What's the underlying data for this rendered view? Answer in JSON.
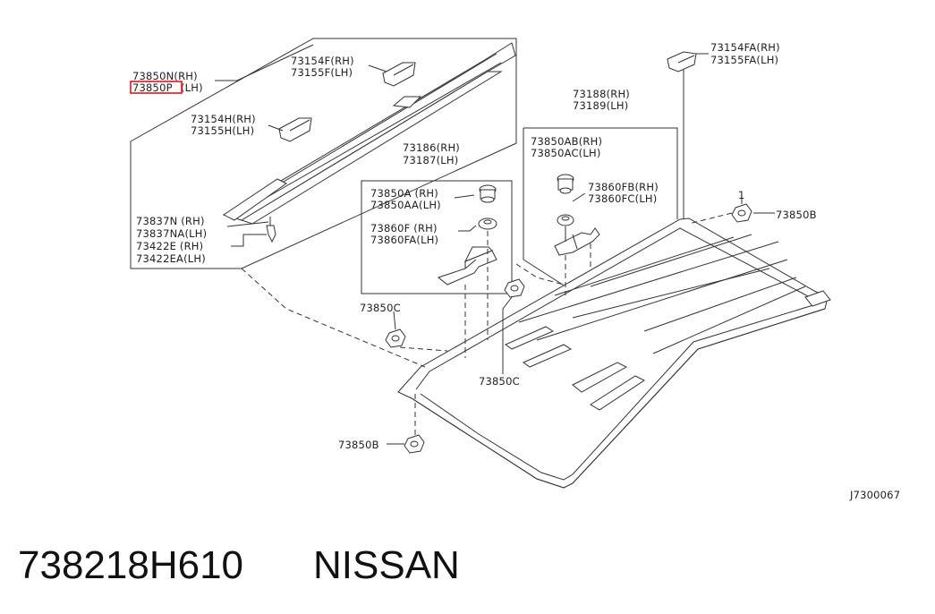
{
  "labels": {
    "n_rh": "73850N(RH)",
    "n_lh_suffix": "(LH)",
    "n_lh_code": "73850P",
    "f_rh": "73154F(RH)",
    "f_lh": "73155F(LH)",
    "h_rh": "73154H(RH)",
    "h_lh": "73155H(LH)",
    "fa_rh": "73154FA(RH)",
    "fa_lh": "73155FA(LH)",
    "r188": "73188(RH)",
    "r189": "73189(LH)",
    "ab_rh": "73850AB(RH)",
    "ac_lh": "73850AC(LH)",
    "fb_rh": "73860FB(RH)",
    "fc_lh": "73860FC(LH)",
    "r186": "73186(RH)",
    "r187": "73187(LH)",
    "a_rh": "73850A (RH)",
    "aa_lh": "73850AA(LH)",
    "f60_rh": "73860F (RH)",
    "fa60_lh": "73860FA(LH)",
    "n837_rh": "73837N (RH)",
    "na837_lh": "73837NA(LH)",
    "e422_rh": "73422E (RH)",
    "ea422_lh": "73422EA(LH)",
    "c_top": "73850C",
    "c_bottom": "73850C",
    "b_right": "73850B",
    "b_bottom": "73850B",
    "ref_1": "1",
    "diagram_code": "J7300067"
  },
  "footer": {
    "part_number": "738218H610",
    "brand": "NISSAN"
  },
  "colors": {
    "highlight": "#e0161f"
  }
}
